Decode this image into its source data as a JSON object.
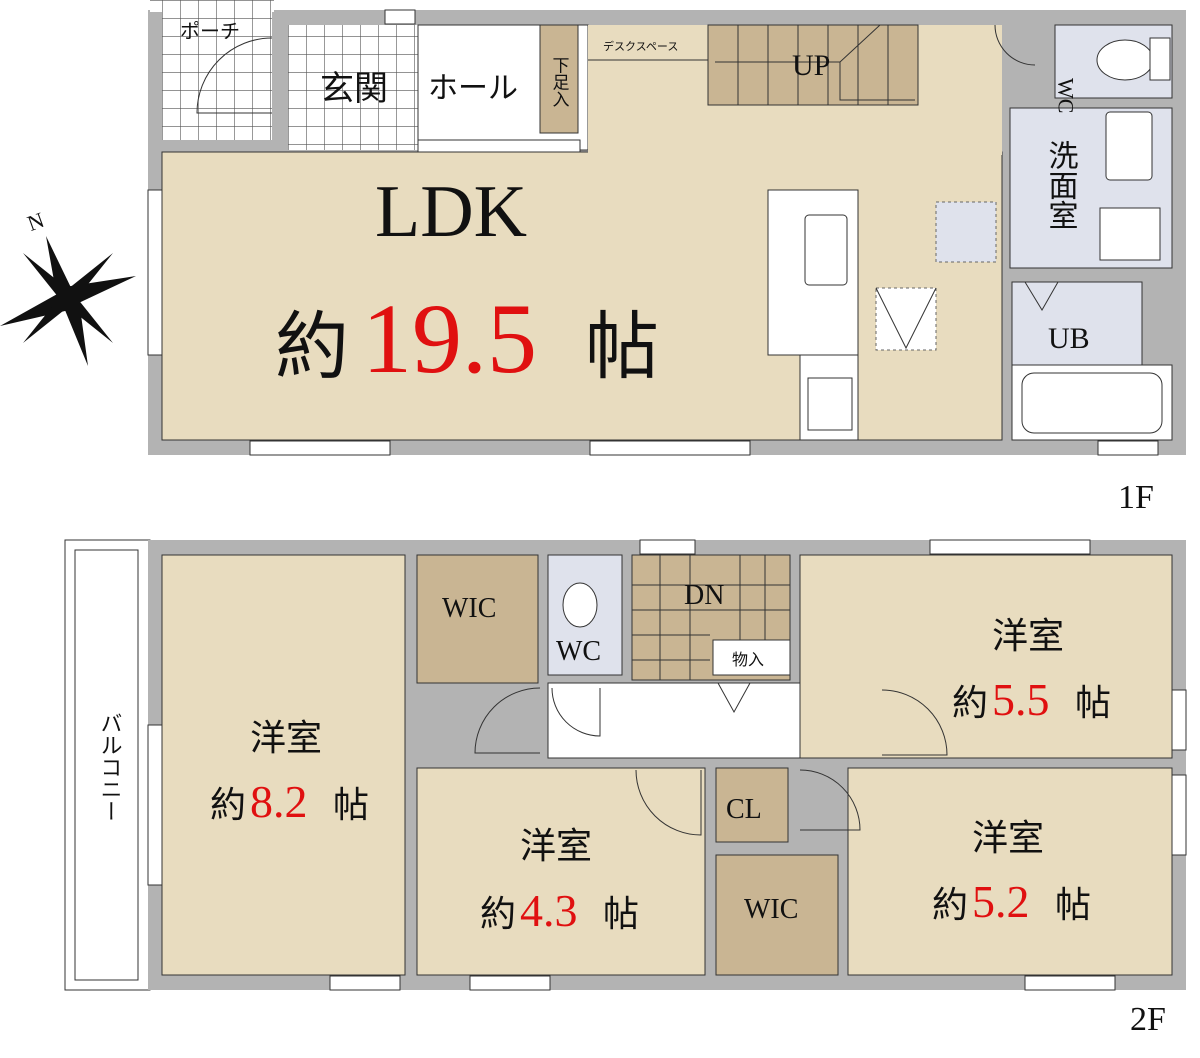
{
  "floor1": {
    "label": "1F",
    "rooms": {
      "porch": "ポーチ",
      "genkan": "玄関",
      "hall": "ホール",
      "shoe_storage": "下足入",
      "desk_space": "デスクスペース",
      "stairs": "UP",
      "wc": "WC",
      "washroom": "洗面室",
      "ub": "UB",
      "ldk": {
        "name": "LDK",
        "prefix": "約",
        "size": "19.5",
        "unit": "帖"
      }
    }
  },
  "floor2": {
    "label": "2F",
    "rooms": {
      "balcony": "バルコニー",
      "wic1": "WIC",
      "wc": "WC",
      "stairs": "DN",
      "storage": "物入",
      "closet": "CL",
      "wic2": "WIC",
      "room_82": {
        "name": "洋室",
        "prefix": "約",
        "size": "8.2",
        "unit": "帖"
      },
      "room_55": {
        "name": "洋室",
        "prefix": "約",
        "size": "5.5",
        "unit": "帖"
      },
      "room_43": {
        "name": "洋室",
        "prefix": "約",
        "size": "4.3",
        "unit": "帖"
      },
      "room_52": {
        "name": "洋室",
        "prefix": "約",
        "size": "5.2",
        "unit": "帖"
      }
    }
  },
  "compass": {
    "north_label": "N"
  },
  "colors": {
    "accent_red": "#e01010",
    "room": "#e8dcbf",
    "storage": "#c9b593",
    "wet": "#dfe2ec",
    "wall": "#b3b3b3"
  }
}
